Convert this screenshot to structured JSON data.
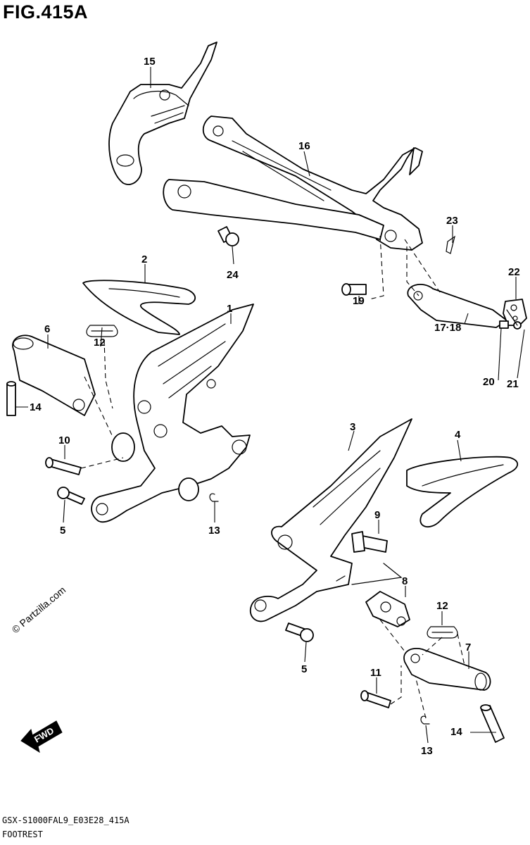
{
  "figure": {
    "title": "FIG.415A"
  },
  "callouts": {
    "c1": "1",
    "c2": "2",
    "c3": "3",
    "c4": "4",
    "c5a": "5",
    "c5b": "5",
    "c6": "6",
    "c7": "7",
    "c8": "8",
    "c9": "9",
    "c10": "10",
    "c11": "11",
    "c12a": "12",
    "c12b": "12",
    "c13a": "13",
    "c13b": "13",
    "c14a": "14",
    "c14b": "14",
    "c15": "15",
    "c16": "16",
    "c1718": "17·18",
    "c19": "19",
    "c20": "20",
    "c21": "21",
    "c22": "22",
    "c23": "23",
    "c24": "24"
  },
  "watermark": "© Partzilla.com",
  "fwd_label": "FWD",
  "footer": {
    "code": "GSX-S1000FAL9_E03E28_415A",
    "name": "FOOTREST"
  }
}
